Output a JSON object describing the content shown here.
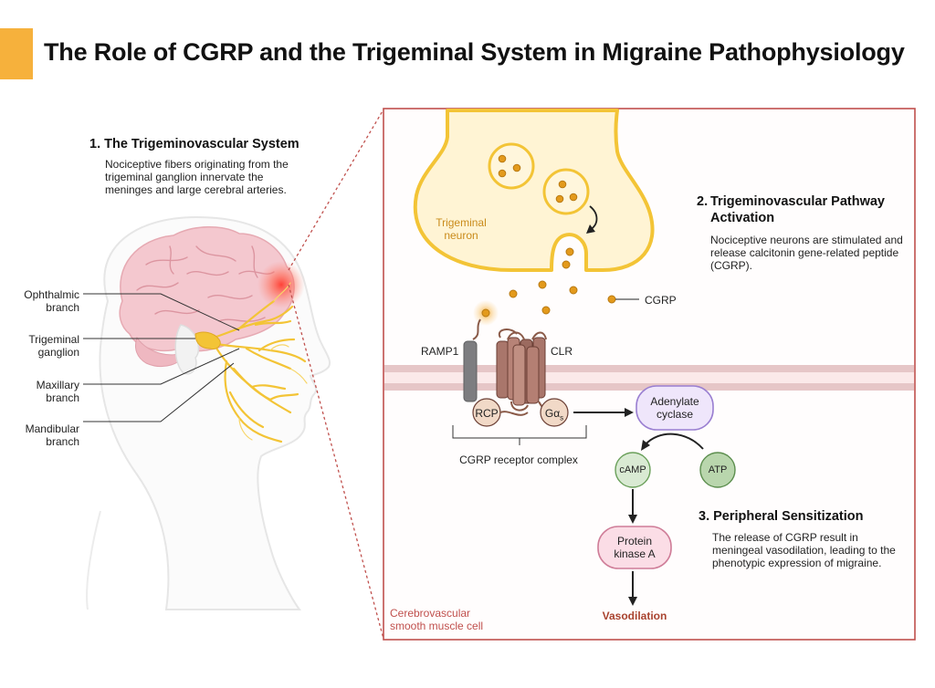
{
  "title": "The Role of CGRP and the Trigeminal System in Migraine Pathophysiology",
  "colors": {
    "accent": "#f6b13c",
    "frame": "#c0504d",
    "nerve": "#f3c436",
    "brain": "#f2c9cf"
  },
  "section1": {
    "number": "1.",
    "heading": "The Trigeminovascular System",
    "text": "Nociceptive fibers originating from the trigeminal ganglion innervate the meninges and large cerebral arteries."
  },
  "section2": {
    "number": "2.",
    "heading_line1": "Trigeminovascular Pathway",
    "heading_line2": "Activation",
    "text": "Nociceptive neurons are stimulated and release calcitonin gene-related peptide (CGRP)."
  },
  "section3": {
    "number": "3.",
    "heading": "Peripheral Sensitization",
    "text": "The release of CGRP result in meningeal vasodilation, leading to the phenotypic expression of migraine."
  },
  "head_labels": {
    "ophthalmic_1": "Ophthalmic",
    "ophthalmic_2": "branch",
    "trigeminal_1": "Trigeminal",
    "trigeminal_2": "ganglion",
    "maxillary_1": "Maxillary",
    "maxillary_2": "branch",
    "mandibular_1": "Mandibular",
    "mandibular_2": "branch"
  },
  "pathway": {
    "neuron_line1": "Trigeminal",
    "neuron_line2": "neuron",
    "cgrp": "CGRP",
    "ramp1": "RAMP1",
    "clr": "CLR",
    "rcp": "RCP",
    "gas": "Gα",
    "gas_sub": "s",
    "receptor_complex": "CGRP receptor complex",
    "adenylate_1": "Adenylate",
    "adenylate_2": "cyclase",
    "camp": "cAMP",
    "atp": "ATP",
    "pka_1": "Protein",
    "pka_2": "kinase A",
    "vasodilation": "Vasodilation",
    "cell_line1": "Cerebrovascular",
    "cell_line2": "smooth muscle cell"
  }
}
